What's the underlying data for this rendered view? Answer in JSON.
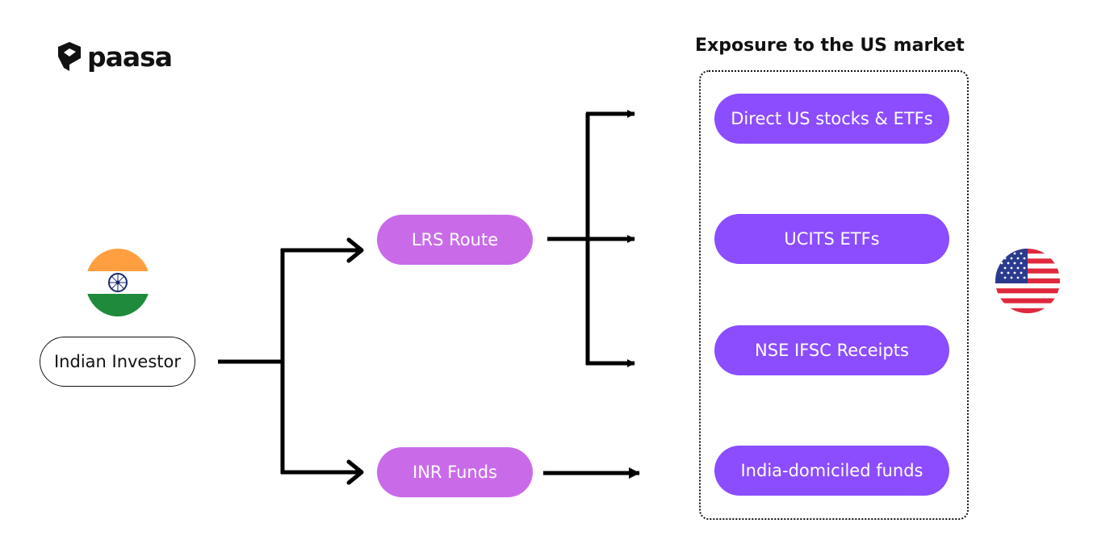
{
  "brand": {
    "name": "paasa"
  },
  "heading": "Exposure to the US market",
  "investor": {
    "label": "Indian Investor",
    "flag_icon": "india-flag"
  },
  "routes": {
    "lrs": "LRS Route",
    "inr": "INR Funds"
  },
  "exposures": [
    {
      "label": "Direct US stocks & ETFs"
    },
    {
      "label": "UCITS ETFs"
    },
    {
      "label": "NSE IFSC Receipts"
    },
    {
      "label": "India-domiciled funds"
    }
  ],
  "destination_flag_icon": "us-flag",
  "colors": {
    "exposure_pill": "#8b4dff",
    "route_pill": "#c96be9",
    "arrow": "#000000"
  }
}
